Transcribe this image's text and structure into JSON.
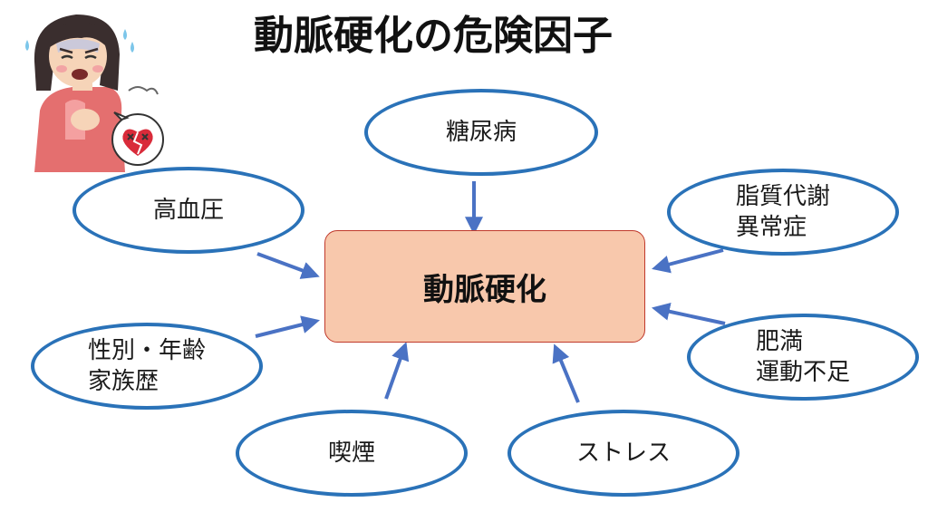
{
  "title": "動脈硬化の危険因子",
  "center": {
    "label": "動脈硬化"
  },
  "factors": {
    "diabetes": {
      "lines": [
        "糖尿病"
      ]
    },
    "hypertension": {
      "lines": [
        "高血圧"
      ]
    },
    "dyslipidemia": {
      "lines": [
        "脂質代謝",
        "異常症"
      ]
    },
    "sex_age_family": {
      "lines": [
        "性別・年齢",
        "家族歴"
      ]
    },
    "obesity_exercise": {
      "lines": [
        "肥満",
        "運動不足"
      ]
    },
    "smoking": {
      "lines": [
        "喫煙"
      ]
    },
    "stress": {
      "lines": [
        "ストレス"
      ]
    }
  },
  "colors": {
    "ellipse_border": "#2a72b8",
    "arrow": "#4a72c4",
    "center_fill": "#f8c8ac",
    "center_border": "#c0392b"
  },
  "illustration": {
    "icon": "person-chest-pain-icon"
  }
}
